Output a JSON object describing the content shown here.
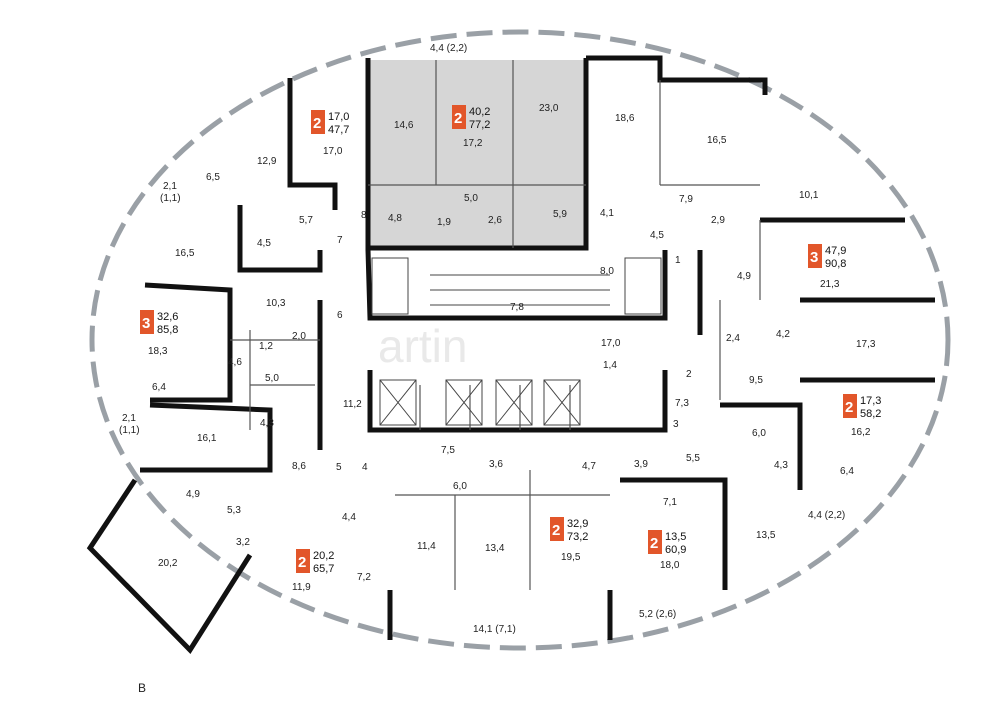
{
  "colors": {
    "wall": "#111111",
    "inner_wall": "#333333",
    "highlight": "#d6d6d6",
    "badge": "#e2562a",
    "window": "#9aa0a6",
    "watermark": "#e6e6e6"
  },
  "watermark": "artin",
  "compass": "B",
  "apartments": [
    {
      "rooms": "2",
      "living": "17,0",
      "total": "47,7"
    },
    {
      "rooms": "2",
      "living": "40,2",
      "total": "77,2"
    },
    {
      "rooms": "3",
      "living": "47,9",
      "total": "90,8"
    },
    {
      "rooms": "3",
      "living": "32,6",
      "total": "85,8"
    },
    {
      "rooms": "2",
      "living": "17,3",
      "total": "58,2"
    },
    {
      "rooms": "2",
      "living": "32,9",
      "total": "73,2"
    },
    {
      "rooms": "2",
      "living": "13,5",
      "total": "60,9"
    },
    {
      "rooms": "2",
      "living": "20,2",
      "total": "65,7"
    }
  ],
  "room_labels": [
    "4,4 (2,2)",
    "23,0",
    "14,6",
    "17,2",
    "17,0",
    "18,6",
    "16,5",
    "12,9",
    "6,5",
    "2,1",
    "(1,1)",
    "10,1",
    "5,0",
    "5,7",
    "4,8",
    "1,9",
    "2,6",
    "5,9",
    "4,1",
    "7,9",
    "4,5",
    "2,9",
    "4,5",
    "16,5",
    "8,0",
    "4,9",
    "21,3",
    "7,8",
    "10,3",
    "2,0",
    "1,2",
    "18,3",
    "6,4",
    "4,6",
    "5,0",
    "17,0",
    "1,4",
    "2,4",
    "4,2",
    "17,3",
    "9,5",
    "11,2",
    "7,3",
    "2,1",
    "(1,1)",
    "4,3",
    "16,1",
    "16,2",
    "6,0",
    "7,5",
    "3,6",
    "4,7",
    "3,9",
    "5,5",
    "4,3",
    "8,6",
    "6,0",
    "6,4",
    "4,9",
    "4,4",
    "7,1",
    "5,3",
    "11,4",
    "13,4",
    "19,5",
    "18,0",
    "13,5",
    "3,2",
    "20,2",
    "11,9",
    "7,2",
    "4,4 (2,2)",
    "14,1 (7,1)",
    "5,2 (2,6)",
    "8",
    "7",
    "6",
    "5",
    "4",
    "3",
    "2",
    "1"
  ]
}
